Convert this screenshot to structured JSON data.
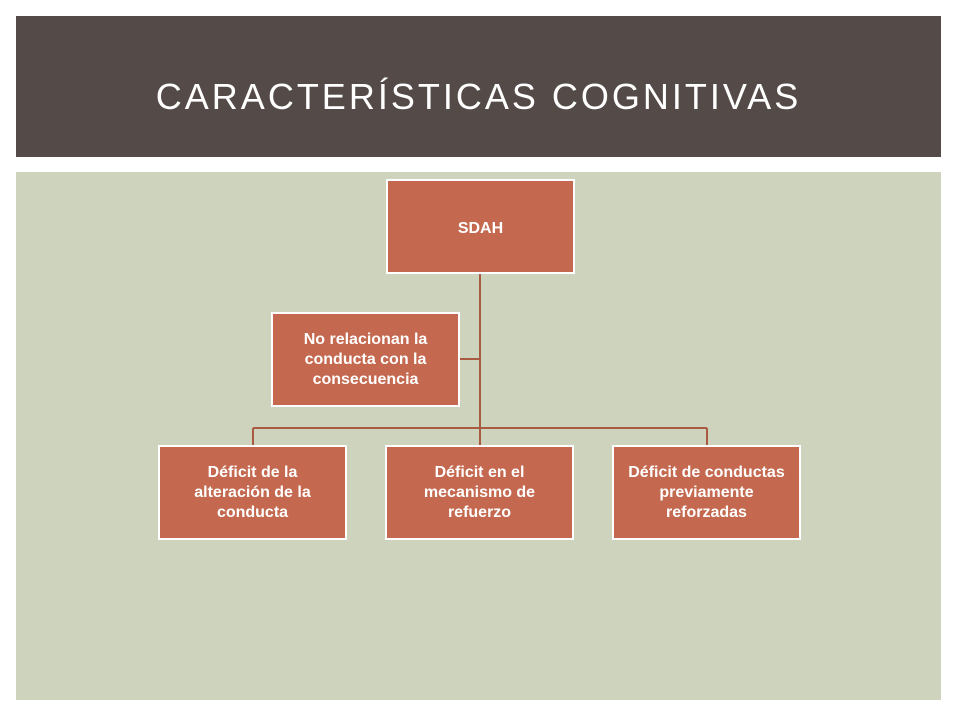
{
  "slide": {
    "title": "CARACTERÍSTICAS COGNITIVAS"
  },
  "diagram": {
    "root": {
      "label": "SDAH"
    },
    "assistant": {
      "label": "No relacionan la conducta con la consecuencia"
    },
    "children": [
      {
        "label": "Déficit de la alteración de la conducta"
      },
      {
        "label": "Déficit en el mecanismo de refuerzo"
      },
      {
        "label": "Déficit de conductas previamente reforzadas"
      }
    ]
  },
  "colors": {
    "title_bar": "#544a47",
    "background": "#cdd3bc",
    "node_fill": "#c4694f",
    "node_border": "#ffffff",
    "connector": "#a85a42"
  }
}
